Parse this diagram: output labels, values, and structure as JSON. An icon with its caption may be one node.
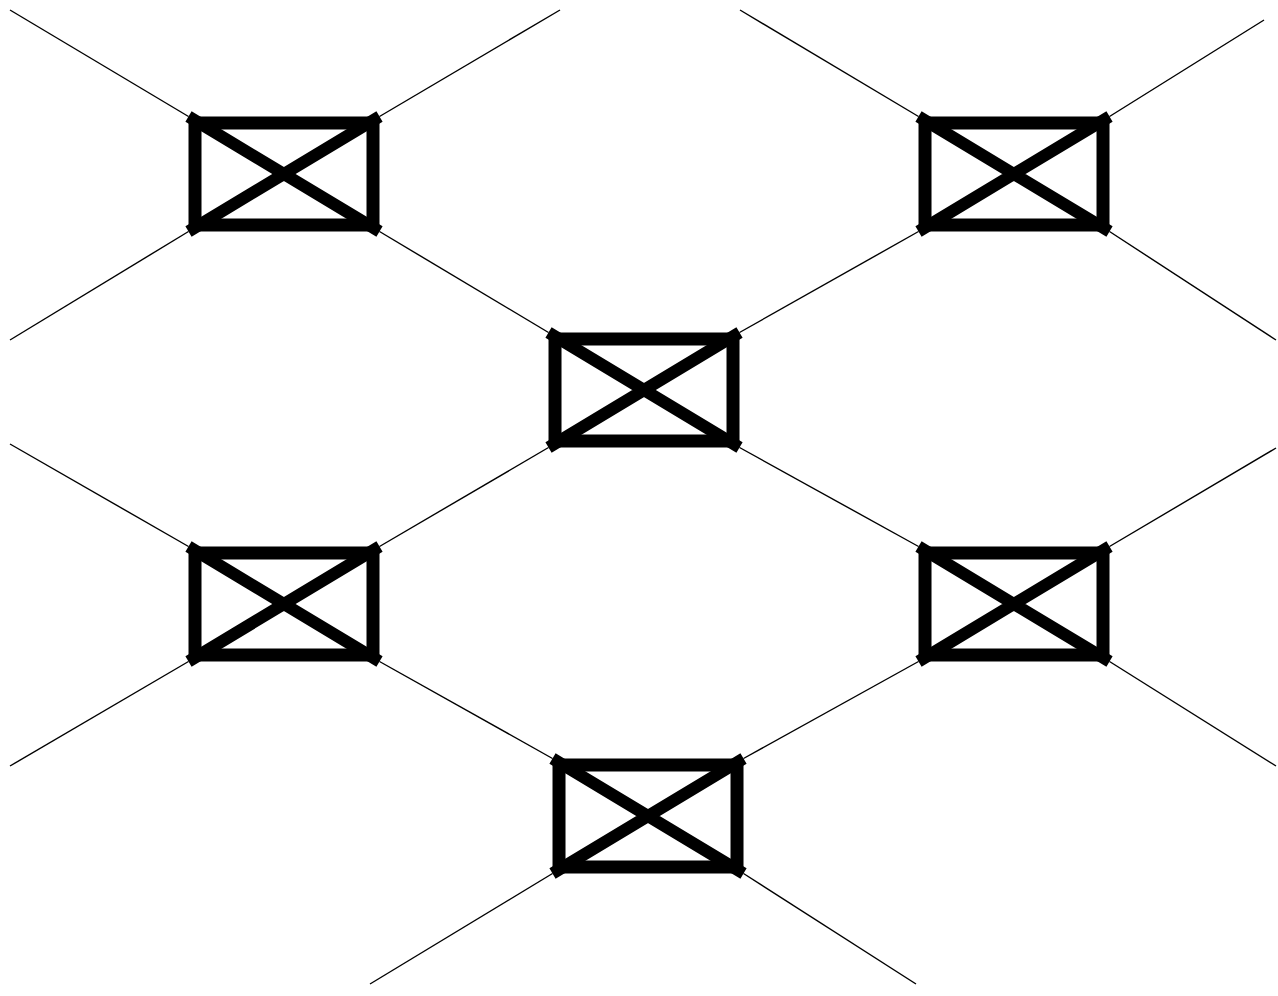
{
  "diagram": {
    "nodes": [
      {
        "text": [],
        "shape": "box"
      },
      {
        "text": [],
        "shape": "box"
      },
      {
        "text": [],
        "shape": "box"
      },
      {
        "text": [],
        "shape": "box"
      },
      {
        "text": [],
        "shape": "box"
      },
      {
        "text": [],
        "shape": "box"
      }
    ],
    "edges": [
      {
        "from": 0,
        "to": 2,
        "arrow": "none"
      },
      {
        "from": 2,
        "to": 1,
        "arrow": "none"
      },
      {
        "from": 2,
        "to": 3,
        "arrow": "none"
      },
      {
        "from": 2,
        "to": 4,
        "arrow": "none"
      },
      {
        "from": 3,
        "to": 5,
        "arrow": "none"
      },
      {
        "from": 4,
        "to": 5,
        "arrow": "none"
      },
      {
        "from": 0,
        "to": null,
        "arrow": "none"
      },
      {
        "from": 0,
        "to": null,
        "arrow": "none"
      },
      {
        "from": 0,
        "to": null,
        "arrow": "none"
      },
      {
        "from": 1,
        "to": null,
        "arrow": "none"
      },
      {
        "from": 1,
        "to": null,
        "arrow": "none"
      },
      {
        "from": 1,
        "to": null,
        "arrow": "none"
      },
      {
        "from": 3,
        "to": null,
        "arrow": "none"
      },
      {
        "from": 3,
        "to": null,
        "arrow": "none"
      },
      {
        "from": 4,
        "to": null,
        "arrow": "none"
      },
      {
        "from": 4,
        "to": null,
        "arrow": "none"
      },
      {
        "from": 5,
        "to": null,
        "arrow": "none"
      },
      {
        "from": 5,
        "to": null,
        "arrow": "none"
      }
    ]
  }
}
